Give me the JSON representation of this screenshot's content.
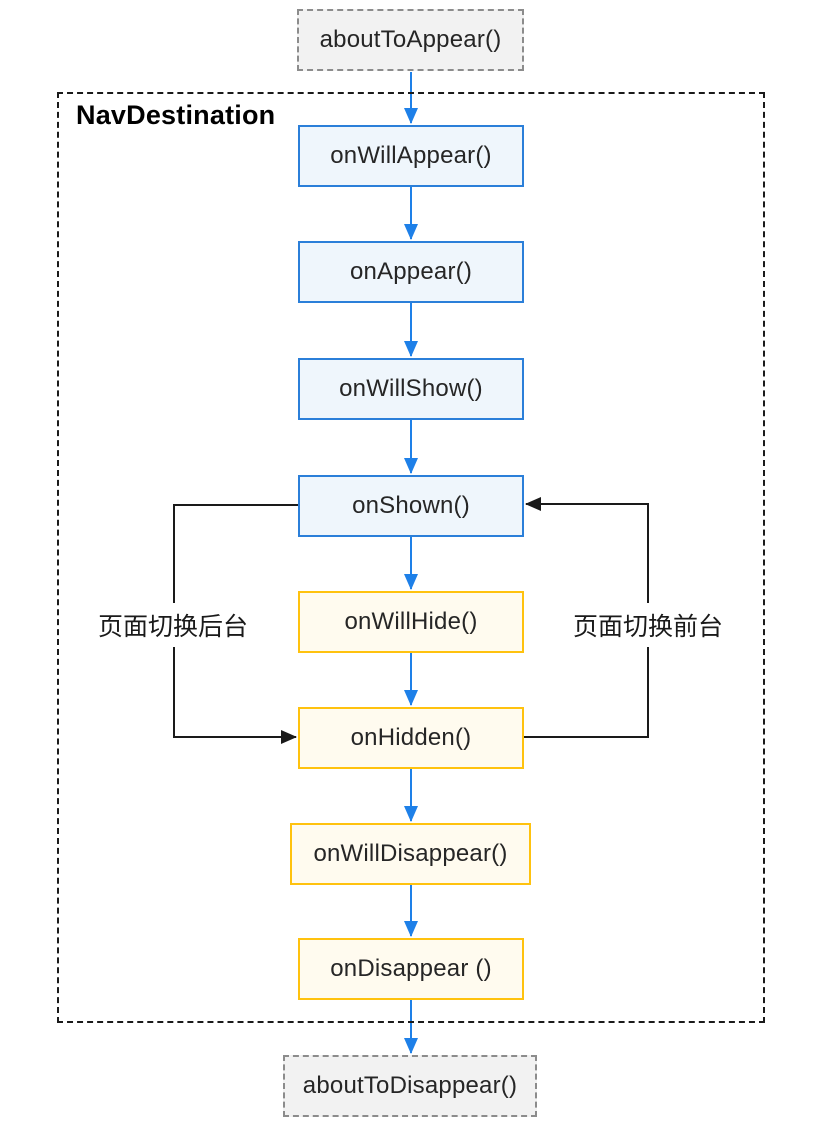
{
  "diagram": {
    "container_title": "NavDestination",
    "external_nodes": {
      "top": "aboutToAppear()",
      "bottom": "aboutToDisappear()"
    },
    "lifecycle_nodes": [
      {
        "label": "onWillAppear()",
        "phase": "show"
      },
      {
        "label": "onAppear()",
        "phase": "show"
      },
      {
        "label": "onWillShow()",
        "phase": "show"
      },
      {
        "label": "onShown()",
        "phase": "show"
      },
      {
        "label": "onWillHide()",
        "phase": "hide"
      },
      {
        "label": "onHidden()",
        "phase": "hide"
      },
      {
        "label": "onWillDisappear()",
        "phase": "hide"
      },
      {
        "label": "onDisappear ()",
        "phase": "hide"
      }
    ],
    "transition_labels": {
      "to_background": "页面切换后台",
      "to_foreground": "页面切换前台"
    },
    "colors": {
      "show_node_border": "#2B7FD9",
      "show_node_fill": "#EFF6FC",
      "hide_node_border": "#FFC20E",
      "hide_node_fill": "#FFFBEF",
      "external_node_border": "#8C8C8C",
      "external_node_fill": "#F2F2F2",
      "container_border": "#1A1A1A",
      "flow_arrow": "#1E80E8",
      "transition_arrow": "#1A1A1A",
      "node_text": "#262626"
    }
  }
}
